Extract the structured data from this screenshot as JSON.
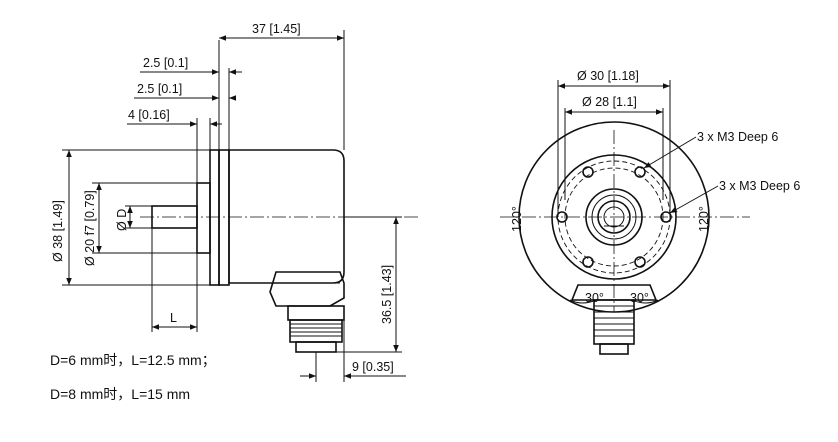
{
  "side_view": {
    "dim_overall_length": "37 [1.45]",
    "dim_flange_a": "2.5 [0.1]",
    "dim_flange_b": "2.5 [0.1]",
    "dim_spigot": "4 [0.16]",
    "dim_body_dia": "Ø 38 [1.49]",
    "dim_spigot_dia": "Ø 20 f7  [0.79]",
    "dim_shaft_dia": "Ø D",
    "dim_shaft_len": "L",
    "dim_connector_height": "36.5 [1.43]",
    "dim_connector_offset": "9 [0.35]"
  },
  "notes": {
    "line1": "D=6 mm时，L=12.5 mm；",
    "line2": "D=8 mm时，L=15 mm"
  },
  "front_view": {
    "dim_outer_pcd": "Ø 30 [1.18]",
    "dim_inner_pcd": "Ø 28 [1.1]",
    "thread_outer": "3 x M3 Deep 6",
    "thread_inner": "3 x M3 Deep 6",
    "angle_left": "120°",
    "angle_right": "120°",
    "angle_bottom_left": "30°",
    "angle_bottom_right": "30°"
  }
}
